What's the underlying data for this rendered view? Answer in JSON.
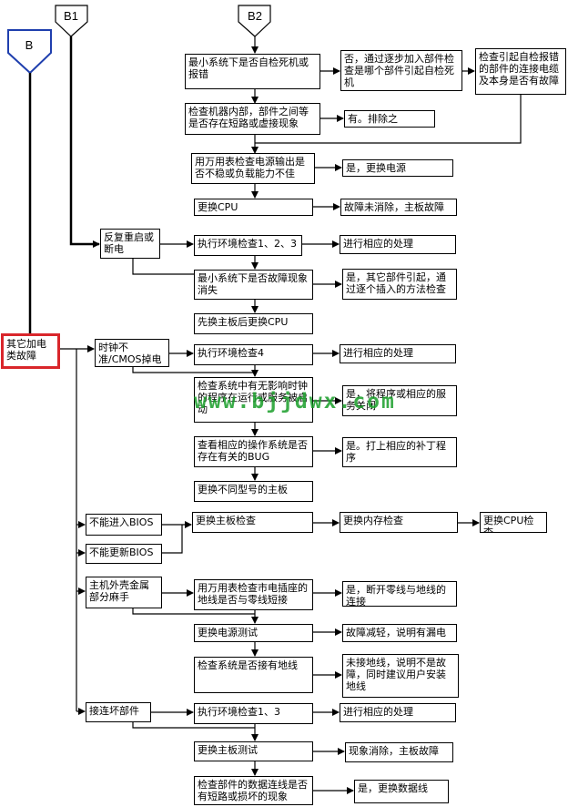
{
  "connectors": {
    "b": "B",
    "b1": "B1",
    "b2": "B2"
  },
  "nodes": {
    "b2_1": "最小系统下是否自检死机或报错",
    "b2_1r": "否，通过逐步加入部件检查是哪个部件引起自检死机",
    "b2_1rr": "检查引起自检报错的部件的连接电缆及本身是否有故障",
    "b2_2": "检查机器内部，部件之间等是否存在短路或虚接现象",
    "b2_2r": "有。排除之",
    "b2_3": "用万用表检查电源输出是否不稳或负载能力不佳",
    "b2_3r": "是，更换电源",
    "b2_4": "更换CPU",
    "b2_4r": "故障未消除，主板故障",
    "restart": "反复重启或断电",
    "env123": "执行环境检查1、2、3",
    "env123r": "进行相应的处理",
    "minsys": "最小系统下是否故障现象消失",
    "minsysr": "是，其它部件引起，通过逐个插入的方法检查",
    "swap": "先换主板后更换CPU",
    "root": "其它加电类故障",
    "clock": "时钟不准/CMOS掉电",
    "env4": "执行环境检查4",
    "env4r": "进行相应的处理",
    "prog": "检查系统中有无影响时钟的程序在运行或服务被启动",
    "progr": "是，将程序或相应的服务关闭",
    "bug": "查看相应的操作系统是否存在有关的BUG",
    "bugr": "是。打上相应的补丁程序",
    "board": "更换不同型号的主板",
    "nobios": "不能进入BIOS",
    "noupd": "不能更新BIOS",
    "mbchk": "更换主板检查",
    "memchk": "更换内存检查",
    "cpuchk": "更换CPU检查",
    "shock": "主机外壳金属部分麻手",
    "ground": "用万用表检查市电插座的地线是否与零线短接",
    "groundr": "是，断开零线与地线的连接",
    "psu": "更换电源测试",
    "psur": "故障减轻，说明有漏电",
    "earth": "检查系统是否接有地线",
    "earthr": "未接地线，说明不是故障，同时建议用户安装地线",
    "bad": "接连坏部件",
    "env13": "执行环境检查1、3",
    "env13r": "进行相应的处理",
    "mbtest": "更换主板测试",
    "mbtestr": "现象消除，主板故障",
    "cable": "检查部件的数据连线是否有短路或损坏的现象",
    "cabler": "是，更换数据线"
  },
  "watermark": "www.bjjdwx.com"
}
